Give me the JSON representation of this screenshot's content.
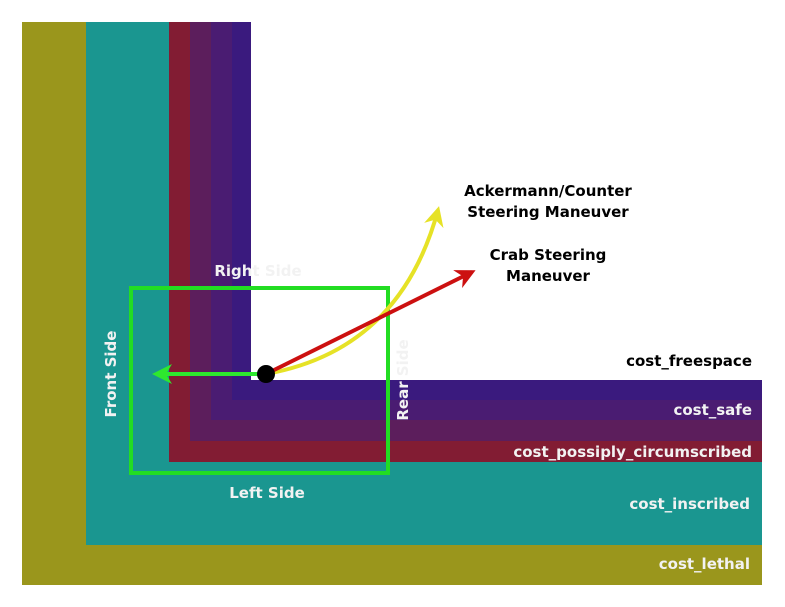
{
  "side_labels": {
    "right": "Right Side",
    "left": "Left Side",
    "front": "Front Side",
    "rear": "Rear Side"
  },
  "maneuvers": {
    "ackermann": {
      "line1": "Ackermann/Counter",
      "line2": "Steering Maneuver",
      "color": "#e6e226"
    },
    "crab": {
      "line1": "Crab Steering",
      "line2": "Maneuver",
      "color": "#cc1010"
    },
    "forward_color": "#2ee82e"
  },
  "cost_regions": [
    {
      "label": "cost_freespace",
      "color": "#ffffff"
    },
    {
      "label": "cost_safe",
      "color": "#3a1a7e"
    },
    {
      "label": "cost_possiply_circumscribed",
      "color": "#821c33"
    },
    {
      "label": "cost_inscribed",
      "color": "#1a9690"
    },
    {
      "label": "cost_lethal",
      "color": "#9a961c"
    }
  ],
  "vehicle_footprint_color": "#22dd22"
}
